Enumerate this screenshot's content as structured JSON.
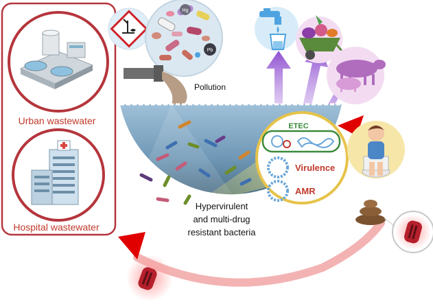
{
  "labels": {
    "urban": "Urban wastewater",
    "hospital": "Hospital wastewater",
    "pollution": "Pollution",
    "etec": "ETEC",
    "virulence": "Virulence",
    "amr": "AMR",
    "bacteria_line1": "Hypervirulent",
    "bacteria_line2": "and multi-drug",
    "bacteria_line3": "resistant bacteria",
    "pill_hg": "Hg",
    "pill_pb": "Pb"
  },
  "colors": {
    "frame_red": "#b5353c",
    "label_red": "#c0392b",
    "water": "#6e9bbd",
    "arrow_purple": "#a56ad6",
    "flow_pink": "#f1a7a7",
    "etec_green": "#3a8a3a",
    "plasmid_blue": "#6aa6d8"
  },
  "icons": [
    "hazard-sign-icon",
    "urban-treatment-plant-icon",
    "hospital-building-icon",
    "water-tap-icon",
    "wheelbarrow-vegetables-icon",
    "livestock-icon",
    "sick-child-toilet-icon",
    "feces-icon",
    "bacterium-icon",
    "plasmid-icon",
    "discharge-pipe-icon"
  ]
}
